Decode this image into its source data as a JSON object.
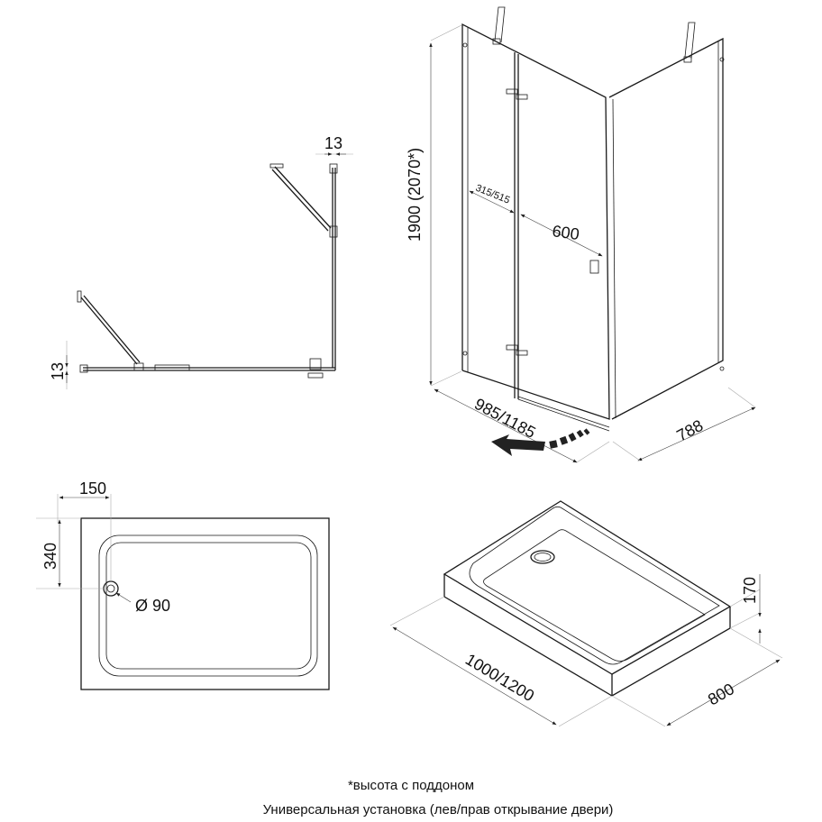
{
  "plan_view": {
    "gap_vertical": "13",
    "gap_horizontal": "13"
  },
  "enclosure_view": {
    "height": "1900 (2070*)",
    "width": "985/1185",
    "depth": "788",
    "door_width": "600",
    "fixed_panel": "315/515"
  },
  "tray_top_view": {
    "drain_offset_x": "150",
    "drain_offset_y": "340",
    "drain_diameter": "Ø 90"
  },
  "tray_iso_view": {
    "length": "1000/1200",
    "width": "800",
    "height": "170"
  },
  "footer": {
    "note": "*высота с поддоном",
    "install": "Универсальная установка (лев/прав открывание двери)"
  }
}
